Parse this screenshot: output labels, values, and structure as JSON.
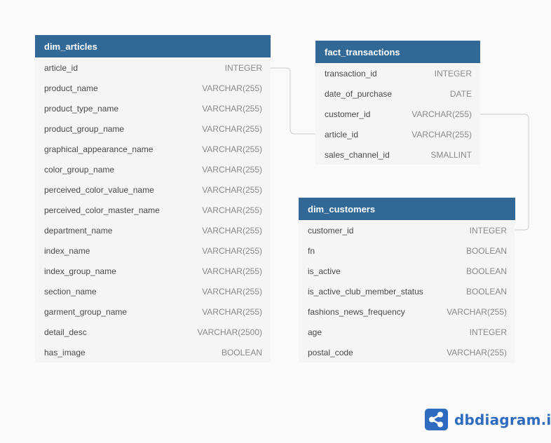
{
  "tables": {
    "dim_articles": {
      "name": "dim_articles",
      "fields": [
        {
          "name": "article_id",
          "type": "INTEGER"
        },
        {
          "name": "product_name",
          "type": "VARCHAR(255)"
        },
        {
          "name": "product_type_name",
          "type": "VARCHAR(255)"
        },
        {
          "name": "product_group_name",
          "type": "VARCHAR(255)"
        },
        {
          "name": "graphical_appearance_name",
          "type": "VARCHAR(255)"
        },
        {
          "name": "color_group_name",
          "type": "VARCHAR(255)"
        },
        {
          "name": "perceived_color_value_name",
          "type": "VARCHAR(255)"
        },
        {
          "name": "perceived_color_master_name",
          "type": "VARCHAR(255)"
        },
        {
          "name": "department_name",
          "type": "VARCHAR(255)"
        },
        {
          "name": "index_name",
          "type": "VARCHAR(255)"
        },
        {
          "name": "index_group_name",
          "type": "VARCHAR(255)"
        },
        {
          "name": "section_name",
          "type": "VARCHAR(255)"
        },
        {
          "name": "garment_group_name",
          "type": "VARCHAR(255)"
        },
        {
          "name": "detail_desc",
          "type": "VARCHAR(2500)"
        },
        {
          "name": "has_image",
          "type": "BOOLEAN"
        }
      ]
    },
    "fact_transactions": {
      "name": "fact_transactions",
      "fields": [
        {
          "name": "transaction_id",
          "type": "INTEGER"
        },
        {
          "name": "date_of_purchase",
          "type": "DATE"
        },
        {
          "name": "customer_id",
          "type": "VARCHAR(255)"
        },
        {
          "name": "article_id",
          "type": "VARCHAR(255)"
        },
        {
          "name": "sales_channel_id",
          "type": "SMALLINT"
        }
      ]
    },
    "dim_customers": {
      "name": "dim_customers",
      "fields": [
        {
          "name": "customer_id",
          "type": "INTEGER"
        },
        {
          "name": "fn",
          "type": "BOOLEAN"
        },
        {
          "name": "is_active",
          "type": "BOOLEAN"
        },
        {
          "name": "is_active_club_member_status",
          "type": "BOOLEAN"
        },
        {
          "name": "fashions_news_frequency",
          "type": "VARCHAR(255)"
        },
        {
          "name": "age",
          "type": "INTEGER"
        },
        {
          "name": "postal_code",
          "type": "VARCHAR(255)"
        }
      ]
    }
  },
  "relationships": [
    {
      "from": "dim_articles.article_id",
      "to": "fact_transactions.article_id"
    },
    {
      "from": "fact_transactions.customer_id",
      "to": "dim_customers.customer_id"
    }
  ],
  "branding": {
    "text": "dbdiagram.io",
    "logo_icon": "share-icon",
    "color": "#2f6bbf"
  },
  "colors": {
    "header": "#316896",
    "table_body": "#f5f5f5",
    "connector": "#cccccc",
    "background": "#fafafa"
  }
}
